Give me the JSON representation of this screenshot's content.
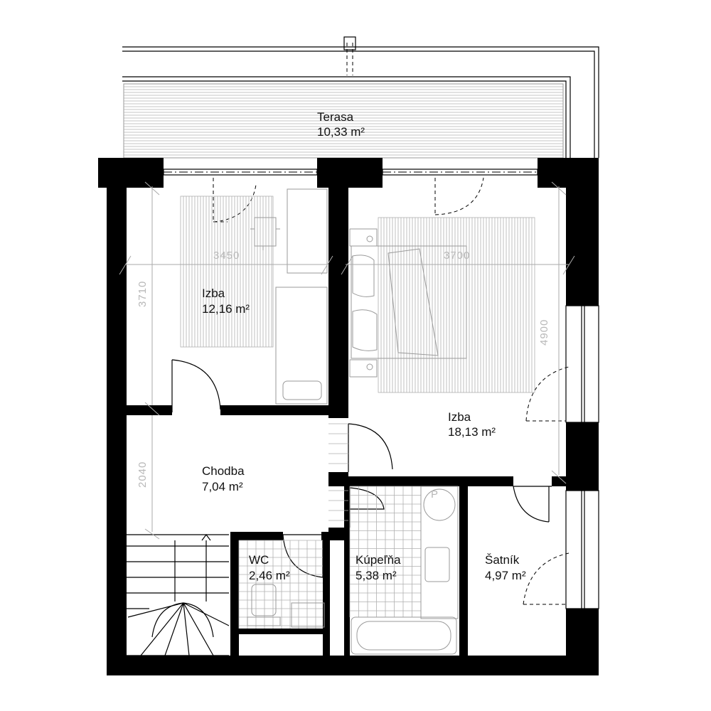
{
  "rooms": {
    "terasa": {
      "name": "Terasa",
      "area": "10,33 m²"
    },
    "izba_left": {
      "name": "Izba",
      "area": "12,16 m²"
    },
    "izba_right": {
      "name": "Izba",
      "area": "18,13 m²"
    },
    "chodba": {
      "name": "Chodba",
      "area": "7,04 m²"
    },
    "wc": {
      "name": "WC",
      "area": "2,46 m²"
    },
    "kupelna": {
      "name": "Kúpeľňa",
      "area": "5,38 m²"
    },
    "satnik": {
      "name": "Šatník",
      "area": "4,97 m²"
    }
  },
  "dimensions": {
    "izba_left_width": "3450",
    "izba_right_width": "3700",
    "izba_left_depth": "3710",
    "izba_right_depth": "4900",
    "chodba_depth": "2040"
  },
  "fixtures": {
    "boiler_label": "P"
  }
}
